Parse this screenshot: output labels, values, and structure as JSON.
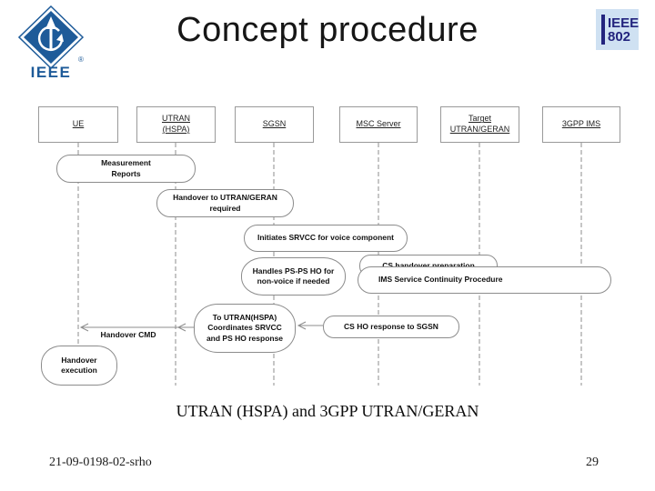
{
  "slide": {
    "title": "Concept procedure",
    "caption": "UTRAN (HSPA) and 3GPP UTRAN/GERAN",
    "footer_left": "21-09-0198-02-srho",
    "page_number": "29"
  },
  "logos": {
    "ieee_label": "IEEE",
    "reg_mark": "®",
    "ieee802_line1": "IEEE",
    "ieee802_line2": "802"
  },
  "colors": {
    "ieee_blue": "#1e5b99",
    "badge_bg": "#cfe1f2",
    "badge_navy": "#23247e",
    "diagram_line": "#8c8c8c"
  },
  "diagram": {
    "actors": [
      {
        "label": "UE"
      },
      {
        "label": "UTRAN\n(HSPA)"
      },
      {
        "label": "SGSN"
      },
      {
        "label": "MSC Server"
      },
      {
        "label": "Target\nUTRAN/GERAN"
      },
      {
        "label": "3GPP IMS"
      }
    ],
    "steps": [
      {
        "label": "Measurement\nReports"
      },
      {
        "label": "Handover to UTRAN/GERAN\nrequired"
      },
      {
        "label": "Initiates SRVCC for voice component"
      },
      {
        "label": "Handles PS-PS HO for\nnon-voice if needed"
      },
      {
        "label": "CS handover preparation"
      },
      {
        "label": "IMS Service Continuity Procedure"
      },
      {
        "label": "To UTRAN(HSPA)\nCoordinates SRVCC\nand PS HO response"
      },
      {
        "label": "CS HO response to SGSN"
      },
      {
        "label": "Handover\nexecution"
      }
    ],
    "arrow_label": "Handover CMD"
  }
}
